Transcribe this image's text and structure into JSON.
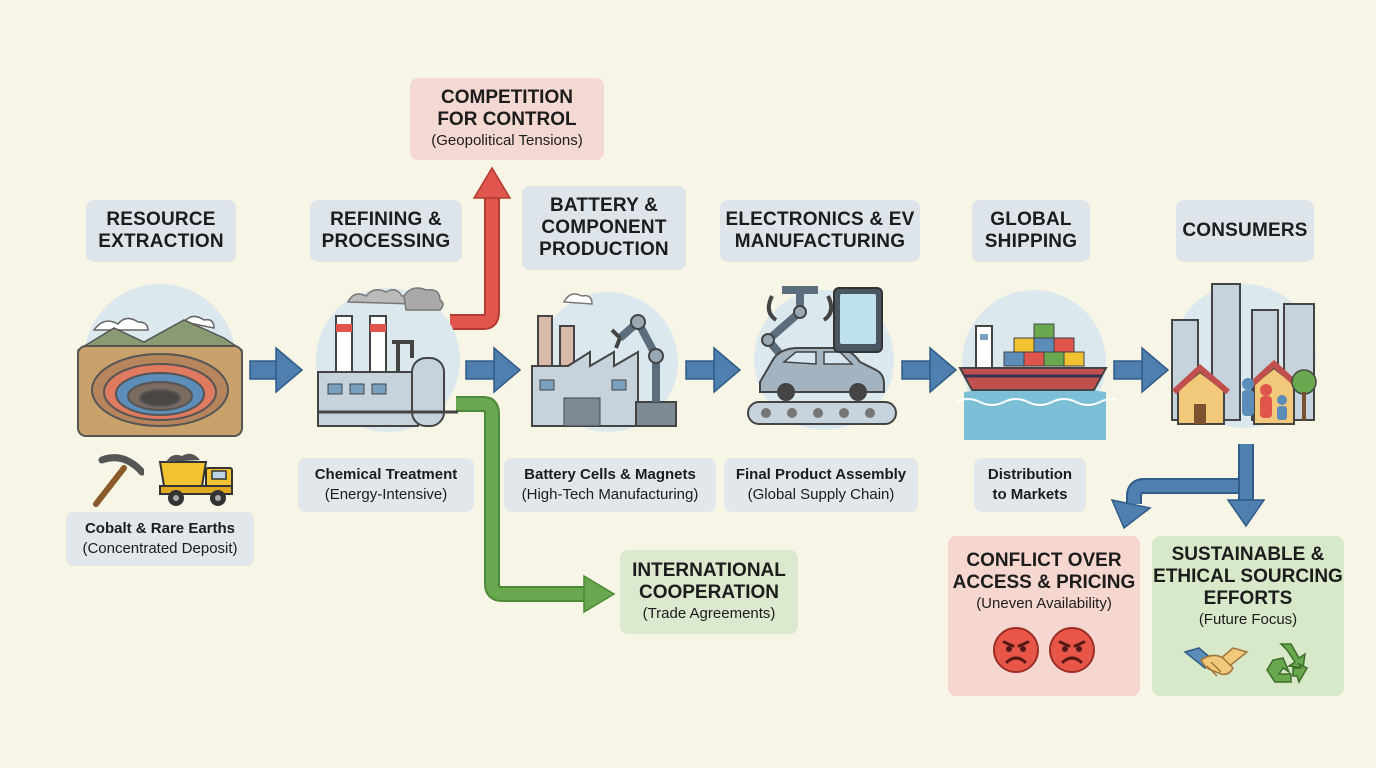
{
  "stages": [
    {
      "title": "RESOURCE\nEXTRACTION",
      "caption_main": "Cobalt & Rare Earths",
      "caption_sub": "(Concentrated Deposit)"
    },
    {
      "title": "REFINING &\nPROCESSING",
      "caption_main": "Chemical Treatment",
      "caption_sub": "(Energy-Intensive)"
    },
    {
      "title": "BATTERY &\nCOMPONENT\nPRODUCTION",
      "caption_main": "Battery Cells & Magnets",
      "caption_sub": "(High-Tech Manufacturing)"
    },
    {
      "title": "ELECTRONICS & EV\nMANUFACTURING",
      "caption_main": "Final Product Assembly",
      "caption_sub": "(Global Supply Chain)"
    },
    {
      "title": "GLOBAL\nSHIPPING",
      "caption_main": "Distribution\nto Markets",
      "caption_sub": ""
    },
    {
      "title": "CONSUMERS",
      "caption_main": "",
      "caption_sub": ""
    }
  ],
  "branches": {
    "competition": {
      "title": "COMPETITION\nFOR CONTROL",
      "sub": "(Geopolitical Tensions)"
    },
    "cooperation": {
      "title": "INTERNATIONAL\nCOOPERATION",
      "sub": "(Trade Agreements)"
    },
    "conflict": {
      "title": "CONFLICT OVER\nACCESS & PRICING",
      "sub": "(Uneven Availability)"
    },
    "sustainable": {
      "title": "SUSTAINABLE &\nETHICAL SOURCING\nEFFORTS",
      "sub": "(Future Focus)"
    }
  },
  "colors": {
    "background": "#f7f5e6",
    "flow_arrow": "#4f7fae",
    "competition_arrow": "#e0554c",
    "cooperation_arrow": "#6aa84f",
    "title_box": "#dde5ea",
    "red_box": "#f4d8d2",
    "green_box": "#dbe9cf"
  },
  "icons": [
    "open-pit-mine-icon",
    "pickaxe-icon",
    "dump-truck-icon",
    "refinery-factory-icon",
    "robotic-arm-factory-icon",
    "car-assembly-line-icon",
    "tablet-icon",
    "cargo-ship-icon",
    "city-homes-family-icon",
    "angry-face-icon",
    "handshake-icon",
    "recycle-icon"
  ]
}
